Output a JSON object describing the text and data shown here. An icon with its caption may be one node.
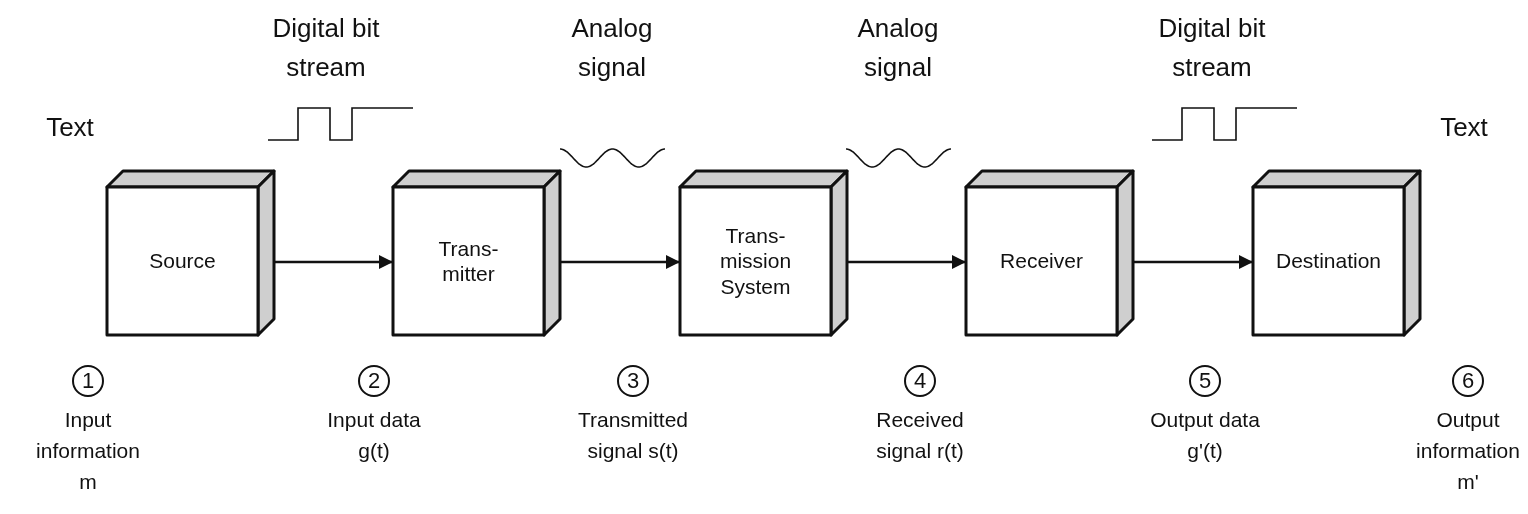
{
  "diagram": {
    "nodes": [
      {
        "text": [
          "Source"
        ]
      },
      {
        "text": [
          "Trans- mitter"
        ]
      },
      {
        "text": [
          "Trans- mission System"
        ]
      },
      {
        "text": [
          "Receiver"
        ]
      },
      {
        "text": [
          "Destination"
        ]
      },
      {
        "text": [
          "1"
        ],
        "beside": [
          "Input information m"
        ]
      },
      {
        "text": [
          "2"
        ],
        "beside": [
          "Input data g(t)"
        ]
      },
      {
        "text": [
          "3"
        ],
        "beside": [
          "Transmitted signal s(t)"
        ]
      },
      {
        "text": [
          "4"
        ],
        "beside": [
          "Received signal r(t)"
        ]
      },
      {
        "text": [
          "5"
        ],
        "beside": [
          "Output data g'(t)"
        ]
      },
      {
        "text": [
          "6"
        ],
        "beside": [
          "Output information m'"
        ]
      }
    ],
    "edges": [
      {
        "from": 0,
        "to": 1,
        "arrow": "to"
      },
      {
        "from": 1,
        "to": 2,
        "arrow": "to"
      },
      {
        "from": 2,
        "to": 3,
        "arrow": "to"
      },
      {
        "from": 3,
        "to": 4,
        "arrow": "to"
      }
    ],
    "labels": [
      "Text",
      "Digital bit stream",
      "Analog signal",
      "Analog signal",
      "Digital bit stream",
      "Text"
    ]
  }
}
